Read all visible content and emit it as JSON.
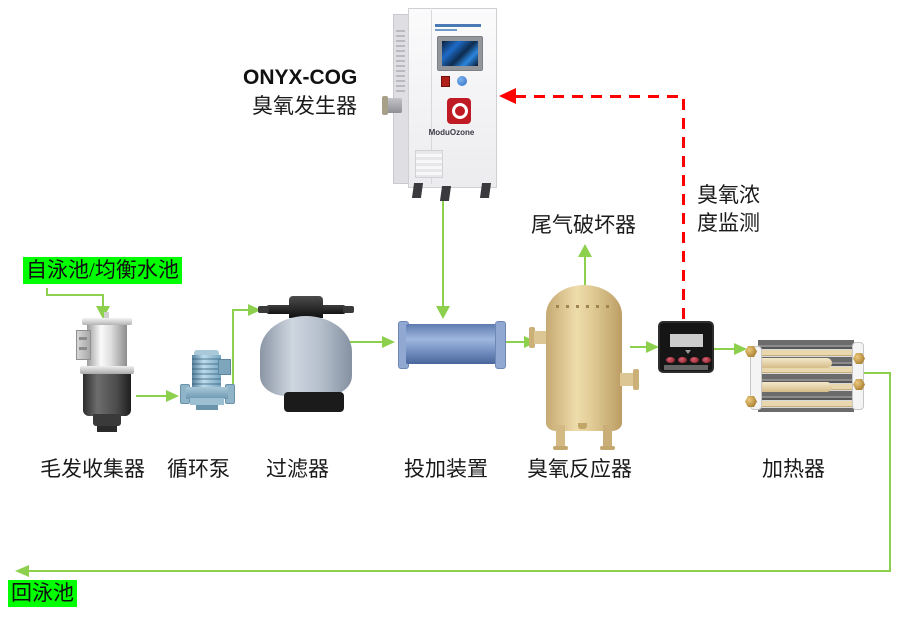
{
  "generator": {
    "model": "ONYX-COG",
    "name": "臭氧发生器",
    "brand": "ModuOzone"
  },
  "flow_labels": {
    "source": "自泳池/均衡水池",
    "return": "回泳池"
  },
  "annotations": {
    "tail_gas": "尾气破坏器",
    "monitor_line1": "臭氧浓",
    "monitor_line2": "度监测"
  },
  "components": [
    {
      "id": "hair-collector",
      "label": "毛发收集器"
    },
    {
      "id": "circulation-pump",
      "label": "循环泵"
    },
    {
      "id": "filter",
      "label": "过滤器"
    },
    {
      "id": "dosing-device",
      "label": "投加装置"
    },
    {
      "id": "ozone-reactor",
      "label": "臭氧反应器"
    },
    {
      "id": "heater",
      "label": "加热器"
    }
  ],
  "colors": {
    "flow_line": "#8CD04E",
    "signal_line": "#FF0000",
    "highlight_background": "#00FF00",
    "text": "#1A1A1A"
  }
}
